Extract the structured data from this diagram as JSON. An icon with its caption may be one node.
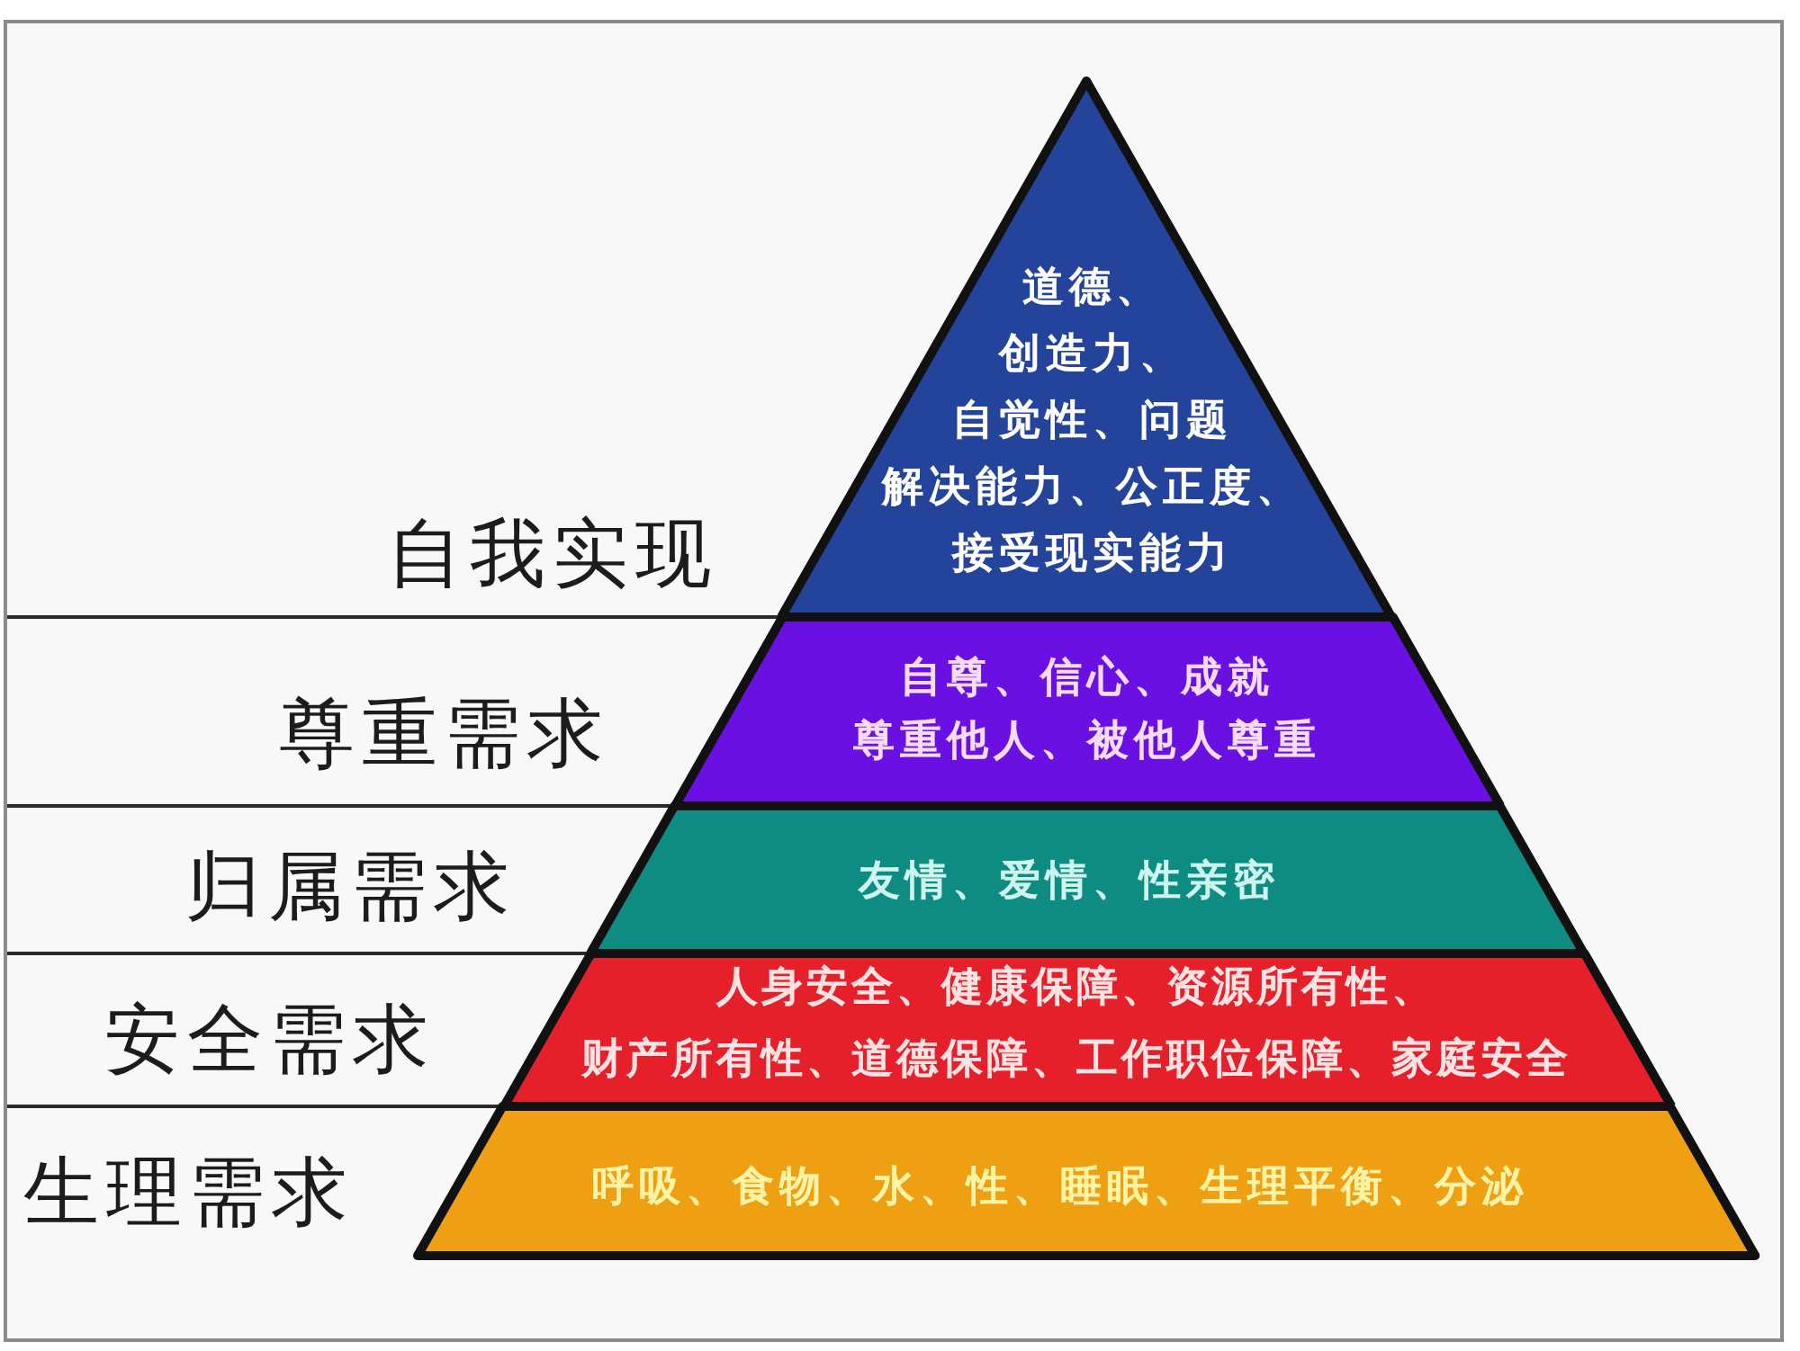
{
  "diagram": {
    "nodes": [
      {
        "text": [
          "道德、创造力、自觉性、问题解决能力、公正度、接受现实能力"
        ]
      },
      {
        "text": [
          "自尊、信心、成就尊重他人、被他人尊重"
        ]
      },
      {
        "text": [
          "友情、爱情、性亲密"
        ]
      },
      {
        "text": [
          "人身安全、健康保障、资源所有性、财产所有性、道德保障、工作职位保障、家庭安全"
        ]
      },
      {
        "text": [
          "呼吸、食物、水、性、睡眠、生理平衡、分泌"
        ]
      }
    ],
    "labels": [
      "自我实现",
      "尊重需求",
      "归属需求",
      "安全需求",
      "生理需求"
    ]
  }
}
